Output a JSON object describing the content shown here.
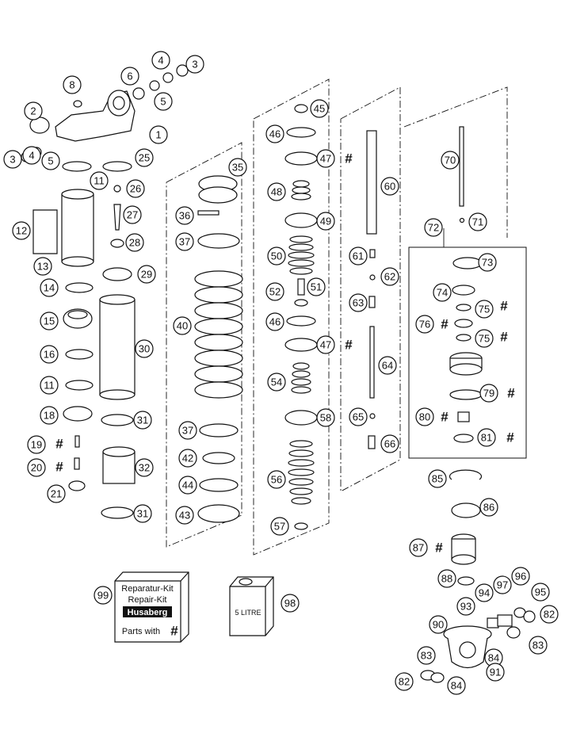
{
  "callouts": {
    "1": "1",
    "2": "2",
    "3": "3",
    "4": "4",
    "5": "5",
    "6": "6",
    "8": "8",
    "11": "11",
    "12": "12",
    "13": "13",
    "14": "14",
    "15": "15",
    "16": "16",
    "18": "18",
    "19": "19",
    "20": "20",
    "21": "21",
    "25": "25",
    "26": "26",
    "27": "27",
    "28": "28",
    "29": "29",
    "30": "30",
    "31": "31",
    "32": "32",
    "35": "35",
    "36": "36",
    "37": "37",
    "40": "40",
    "42": "42",
    "43": "43",
    "44": "44",
    "45": "45",
    "46": "46",
    "47": "47",
    "48": "48",
    "49": "49",
    "50": "50",
    "51": "51",
    "52": "52",
    "54": "54",
    "56": "56",
    "57": "57",
    "58": "58",
    "60": "60",
    "61": "61",
    "62": "62",
    "63": "63",
    "64": "64",
    "65": "65",
    "66": "66",
    "70": "70",
    "71": "71",
    "72": "72",
    "73": "73",
    "74": "74",
    "75": "75",
    "76": "76",
    "79": "79",
    "80": "80",
    "81": "81",
    "82": "82",
    "83": "83",
    "84": "84",
    "85": "85",
    "86": "86",
    "87": "87",
    "88": "88",
    "90": "90",
    "91": "91",
    "93": "93",
    "94": "94",
    "95": "95",
    "96": "96",
    "97": "97",
    "98": "98",
    "99": "99"
  },
  "hash_mark": "#",
  "repair_kit": {
    "line1": "Reparatur-Kit",
    "line2": "Repair-Kit",
    "logo": "Husaberg",
    "line3": "Parts with",
    "hash": "#"
  },
  "oil_can": {
    "label": "5 LITRE"
  }
}
